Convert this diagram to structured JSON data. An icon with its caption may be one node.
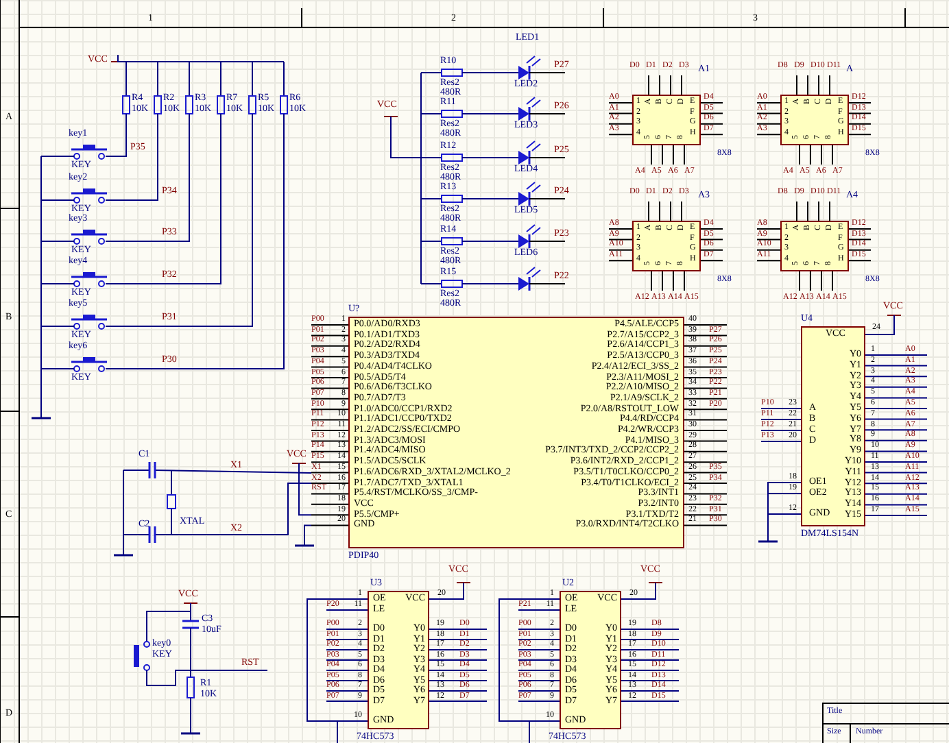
{
  "diagram": {
    "nodes": [
      {
        "text": [
          "A1",
          "1",
          "2",
          "3",
          "4",
          "A",
          "B",
          "C",
          "D",
          "E",
          "F",
          "G",
          "H",
          "5",
          "6",
          "7",
          "8",
          "8X8"
        ]
      },
      {
        "text": [
          "A",
          "1",
          "2",
          "3",
          "4",
          "A",
          "B",
          "C",
          "D",
          "E",
          "F",
          "G",
          "H",
          "5",
          "6",
          "7",
          "8",
          "8X8"
        ]
      },
      {
        "text": [
          "A3",
          "1",
          "2",
          "3",
          "4",
          "A",
          "B",
          "C",
          "D",
          "E",
          "F",
          "G",
          "H",
          "5",
          "6",
          "7",
          "8",
          "8X8"
        ]
      },
      {
        "text": [
          "A4",
          "1",
          "2",
          "3",
          "4",
          "A",
          "B",
          "C",
          "D",
          "E",
          "F",
          "G",
          "H",
          "5",
          "6",
          "7",
          "8",
          "8X8"
        ]
      },
      {
        "text": [
          "U?",
          "P0.0/AD0/RXD3",
          "P0.1/AD1/TXD3",
          "P0.2/AD2/RXD4",
          "P0.3/AD3/TXD4",
          "P0.4/AD4/T4CLKO",
          "P0.5/AD5/T4",
          "P0.6/AD6/T3CLKO",
          "P0.7/AD7/T3",
          "P1.0/ADC0/CCP1/RXD2",
          "P1.1/ADC1/CCP0/TXD2",
          "P1.2/ADC2/SS/ECI/CMPO",
          "P1.3/ADC3/MOSI",
          "P1.4/ADC4/MISO",
          "P1.5/ADC5/SCLK",
          "P1.6/ADC6/RXD_3/XTAL2/MCLKO_2",
          "P1.7/ADC7/TXD_3/XTAL1",
          "P5.4/RST/MCLKO/SS_3/CMP-",
          "VCC",
          "P5.5/CMP+",
          "GND",
          "P4.5/ALE/CCP5",
          "P2.7/A15/CCP2_3",
          "P2.6/A14/CCP1_3",
          "P2.5/A13/CCP0_3",
          "P2.4/A12/ECI_3/SS_2",
          "P2.3/A11/MOSI_2",
          "P2.2/A10/MISO_2",
          "P2.1/A9/SCLK_2",
          "P2.0/A8/RSTOUT_LOW",
          "P4.4/RD/CCP4",
          "P4.2/WR/CCP3",
          "P4.1/MISO_3",
          "P3.7/INT3/TXD_2/CCP2/CCP2_2",
          "P3.6/INT2/RXD_2/CCP1_2",
          "P3.5/T1/T0CLKO/CCP0_2",
          "P3.4/T0/T1CLKO/ECI_2",
          "P3.3/INT1",
          "P3.2/INT0",
          "P3.1/TXD/T2",
          "P3.0/RXD/INT4/T2CLKO",
          "PDIP40"
        ]
      },
      {
        "text": [
          "U4",
          "VCC",
          "Y0",
          "Y1",
          "Y2",
          "Y3",
          "Y4",
          "Y5",
          "Y6",
          "Y7",
          "Y8",
          "Y9",
          "Y10",
          "Y11",
          "Y12",
          "Y13",
          "Y14",
          "Y15",
          "A",
          "B",
          "C",
          "D",
          "OE1",
          "OE2",
          "GND",
          "DM74LS154N"
        ]
      },
      {
        "text": [
          "U3",
          "OE",
          "LE",
          "D0",
          "D1",
          "D2",
          "D3",
          "D4",
          "D6",
          "D5",
          "D7",
          "VCC",
          "Y0",
          "Y1",
          "Y2",
          "Y3",
          "Y4",
          "Y5",
          "Y6",
          "Y7",
          "GND",
          "74HC573"
        ]
      },
      {
        "text": [
          "U2",
          "OE",
          "LE",
          "D0",
          "D1",
          "D2",
          "D3",
          "D4",
          "D6",
          "D5",
          "D7",
          "VCC",
          "Y0",
          "Y1",
          "Y2",
          "Y3",
          "Y4",
          "Y5",
          "Y6",
          "Y7",
          "GND",
          "74HC573"
        ]
      }
    ],
    "labels": [
      "1",
      "2",
      "3",
      "A",
      "B",
      "C",
      "D",
      "VCC",
      "R4",
      "10K",
      "R2",
      "10K",
      "R3",
      "10K",
      "R7",
      "10K",
      "R5",
      "10K",
      "R6",
      "10K",
      "key1",
      "KEY",
      "P35",
      "key2",
      "KEY",
      "P34",
      "key3",
      "KEY",
      "P33",
      "key4",
      "KEY",
      "P32",
      "key5",
      "KEY",
      "P31",
      "key6",
      "KEY",
      "P30",
      "VCC",
      "R10",
      "Res2",
      "480R",
      "P27",
      "R11",
      "Res2",
      "480R",
      "P26",
      "R12",
      "Res2",
      "480R",
      "P25",
      "R13",
      "Res2",
      "480R",
      "P24",
      "R14",
      "Res2",
      "480R",
      "P23",
      "R15",
      "Res2",
      "480R",
      "P22",
      "LED1",
      "LED2",
      "LED3",
      "LED4",
      "LED5",
      "LED6",
      "D0",
      "D1",
      "D2",
      "D3",
      "A0",
      "A1",
      "A2",
      "A3",
      "D4",
      "D5",
      "D6",
      "D7",
      "A4",
      "A5",
      "A6",
      "A7",
      "D8",
      "D9",
      "D10",
      "D11",
      "A0",
      "A1",
      "A2",
      "A3",
      "D12",
      "D13",
      "D14",
      "D15",
      "A4",
      "A5",
      "A6",
      "A7",
      "D0",
      "D1",
      "D2",
      "D3",
      "A8",
      "A9",
      "A10",
      "A11",
      "D4",
      "D5",
      "D6",
      "D7",
      "A12",
      "A13",
      "A14",
      "A15",
      "D8",
      "D9",
      "D10",
      "D11",
      "A8",
      "A9",
      "A10",
      "A11",
      "D12",
      "D13",
      "D14",
      "D15",
      "A12",
      "A13",
      "A14",
      "A15",
      "P00",
      "1",
      "P01",
      "2",
      "P02",
      "3",
      "P03",
      "4",
      "P04",
      "5",
      "P05",
      "6",
      "P06",
      "7",
      "P07",
      "8",
      "P10",
      "9",
      "P11",
      "10",
      "P12",
      "11",
      "P13",
      "12",
      "P14",
      "13",
      "P15",
      "14",
      "X1",
      "15",
      "X2",
      "16",
      "RST",
      "17",
      "18",
      "19",
      "20",
      "40",
      "39",
      "P27",
      "38",
      "P26",
      "37",
      "P25",
      "36",
      "P24",
      "35",
      "P23",
      "34",
      "P22",
      "33",
      "P21",
      "32",
      "P20",
      "31",
      "30",
      "29",
      "28",
      "27",
      "26",
      "P35",
      "25",
      "P34",
      "24",
      "23",
      "P32",
      "22",
      "P31",
      "21",
      "P30",
      "C1",
      "C2",
      "XTAL",
      "VCC",
      "X1",
      "X2",
      "VCC",
      "C3",
      "10uF",
      "key0",
      "KEY",
      "R1",
      "10K",
      "RST",
      "VCC",
      "24",
      "1",
      "A0",
      "2",
      "A1",
      "3",
      "A2",
      "4",
      "A3",
      "5",
      "A4",
      "6",
      "A5",
      "7",
      "A6",
      "8",
      "A7",
      "9",
      "A8",
      "10",
      "A9",
      "11",
      "A10",
      "13",
      "A11",
      "14",
      "A12",
      "15",
      "A13",
      "16",
      "A14",
      "17",
      "A15",
      "P10",
      "23",
      "P11",
      "22",
      "P12",
      "21",
      "P13",
      "20",
      "18",
      "19",
      "12",
      "VCC",
      "1",
      "20",
      "P20",
      "11",
      "P00",
      "2",
      "P01",
      "3",
      "P02",
      "4",
      "P03",
      "5",
      "P04",
      "6",
      "P05",
      "8",
      "P06",
      "7",
      "P07",
      "9",
      "19",
      "D0",
      "18",
      "D1",
      "17",
      "D2",
      "16",
      "D3",
      "15",
      "D4",
      "14",
      "D5",
      "13",
      "D6",
      "12",
      "D7",
      "10",
      "VCC",
      "1",
      "20",
      "P21",
      "11",
      "P00",
      "2",
      "P01",
      "3",
      "P02",
      "4",
      "P03",
      "5",
      "P04",
      "6",
      "P05",
      "8",
      "P06",
      "7",
      "P07",
      "9",
      "19",
      "D8",
      "18",
      "D9",
      "17",
      "D10",
      "16",
      "D11",
      "15",
      "D12",
      "14",
      "D13",
      "13",
      "D14",
      "12",
      "D15",
      "10",
      "Title",
      "Size",
      "Number"
    ]
  }
}
